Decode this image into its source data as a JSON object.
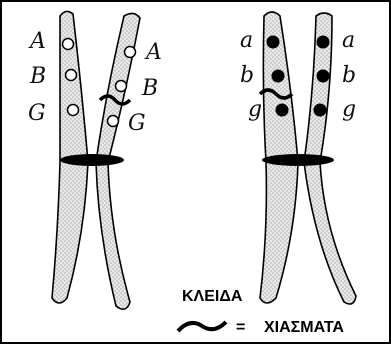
{
  "left_pair": {
    "chromatid_1_labels": [
      "A",
      "B",
      "G"
    ],
    "chromatid_2_labels": [
      "A",
      "B",
      "G"
    ],
    "allele_style": "open-circle"
  },
  "right_pair": {
    "chromatid_1_labels": [
      "a",
      "b",
      "g"
    ],
    "chromatid_2_labels": [
      "a",
      "b",
      "g"
    ],
    "allele_style": "filled-circle"
  },
  "legend": {
    "title": "ΚΛΕΙΔΑ",
    "equals": "=",
    "meaning": "ΧΙΑΣΜΑΤΑ"
  },
  "colors": {
    "chromosome_fill": "#e6e6e6",
    "outline": "#000000",
    "background": "#ffffff"
  }
}
